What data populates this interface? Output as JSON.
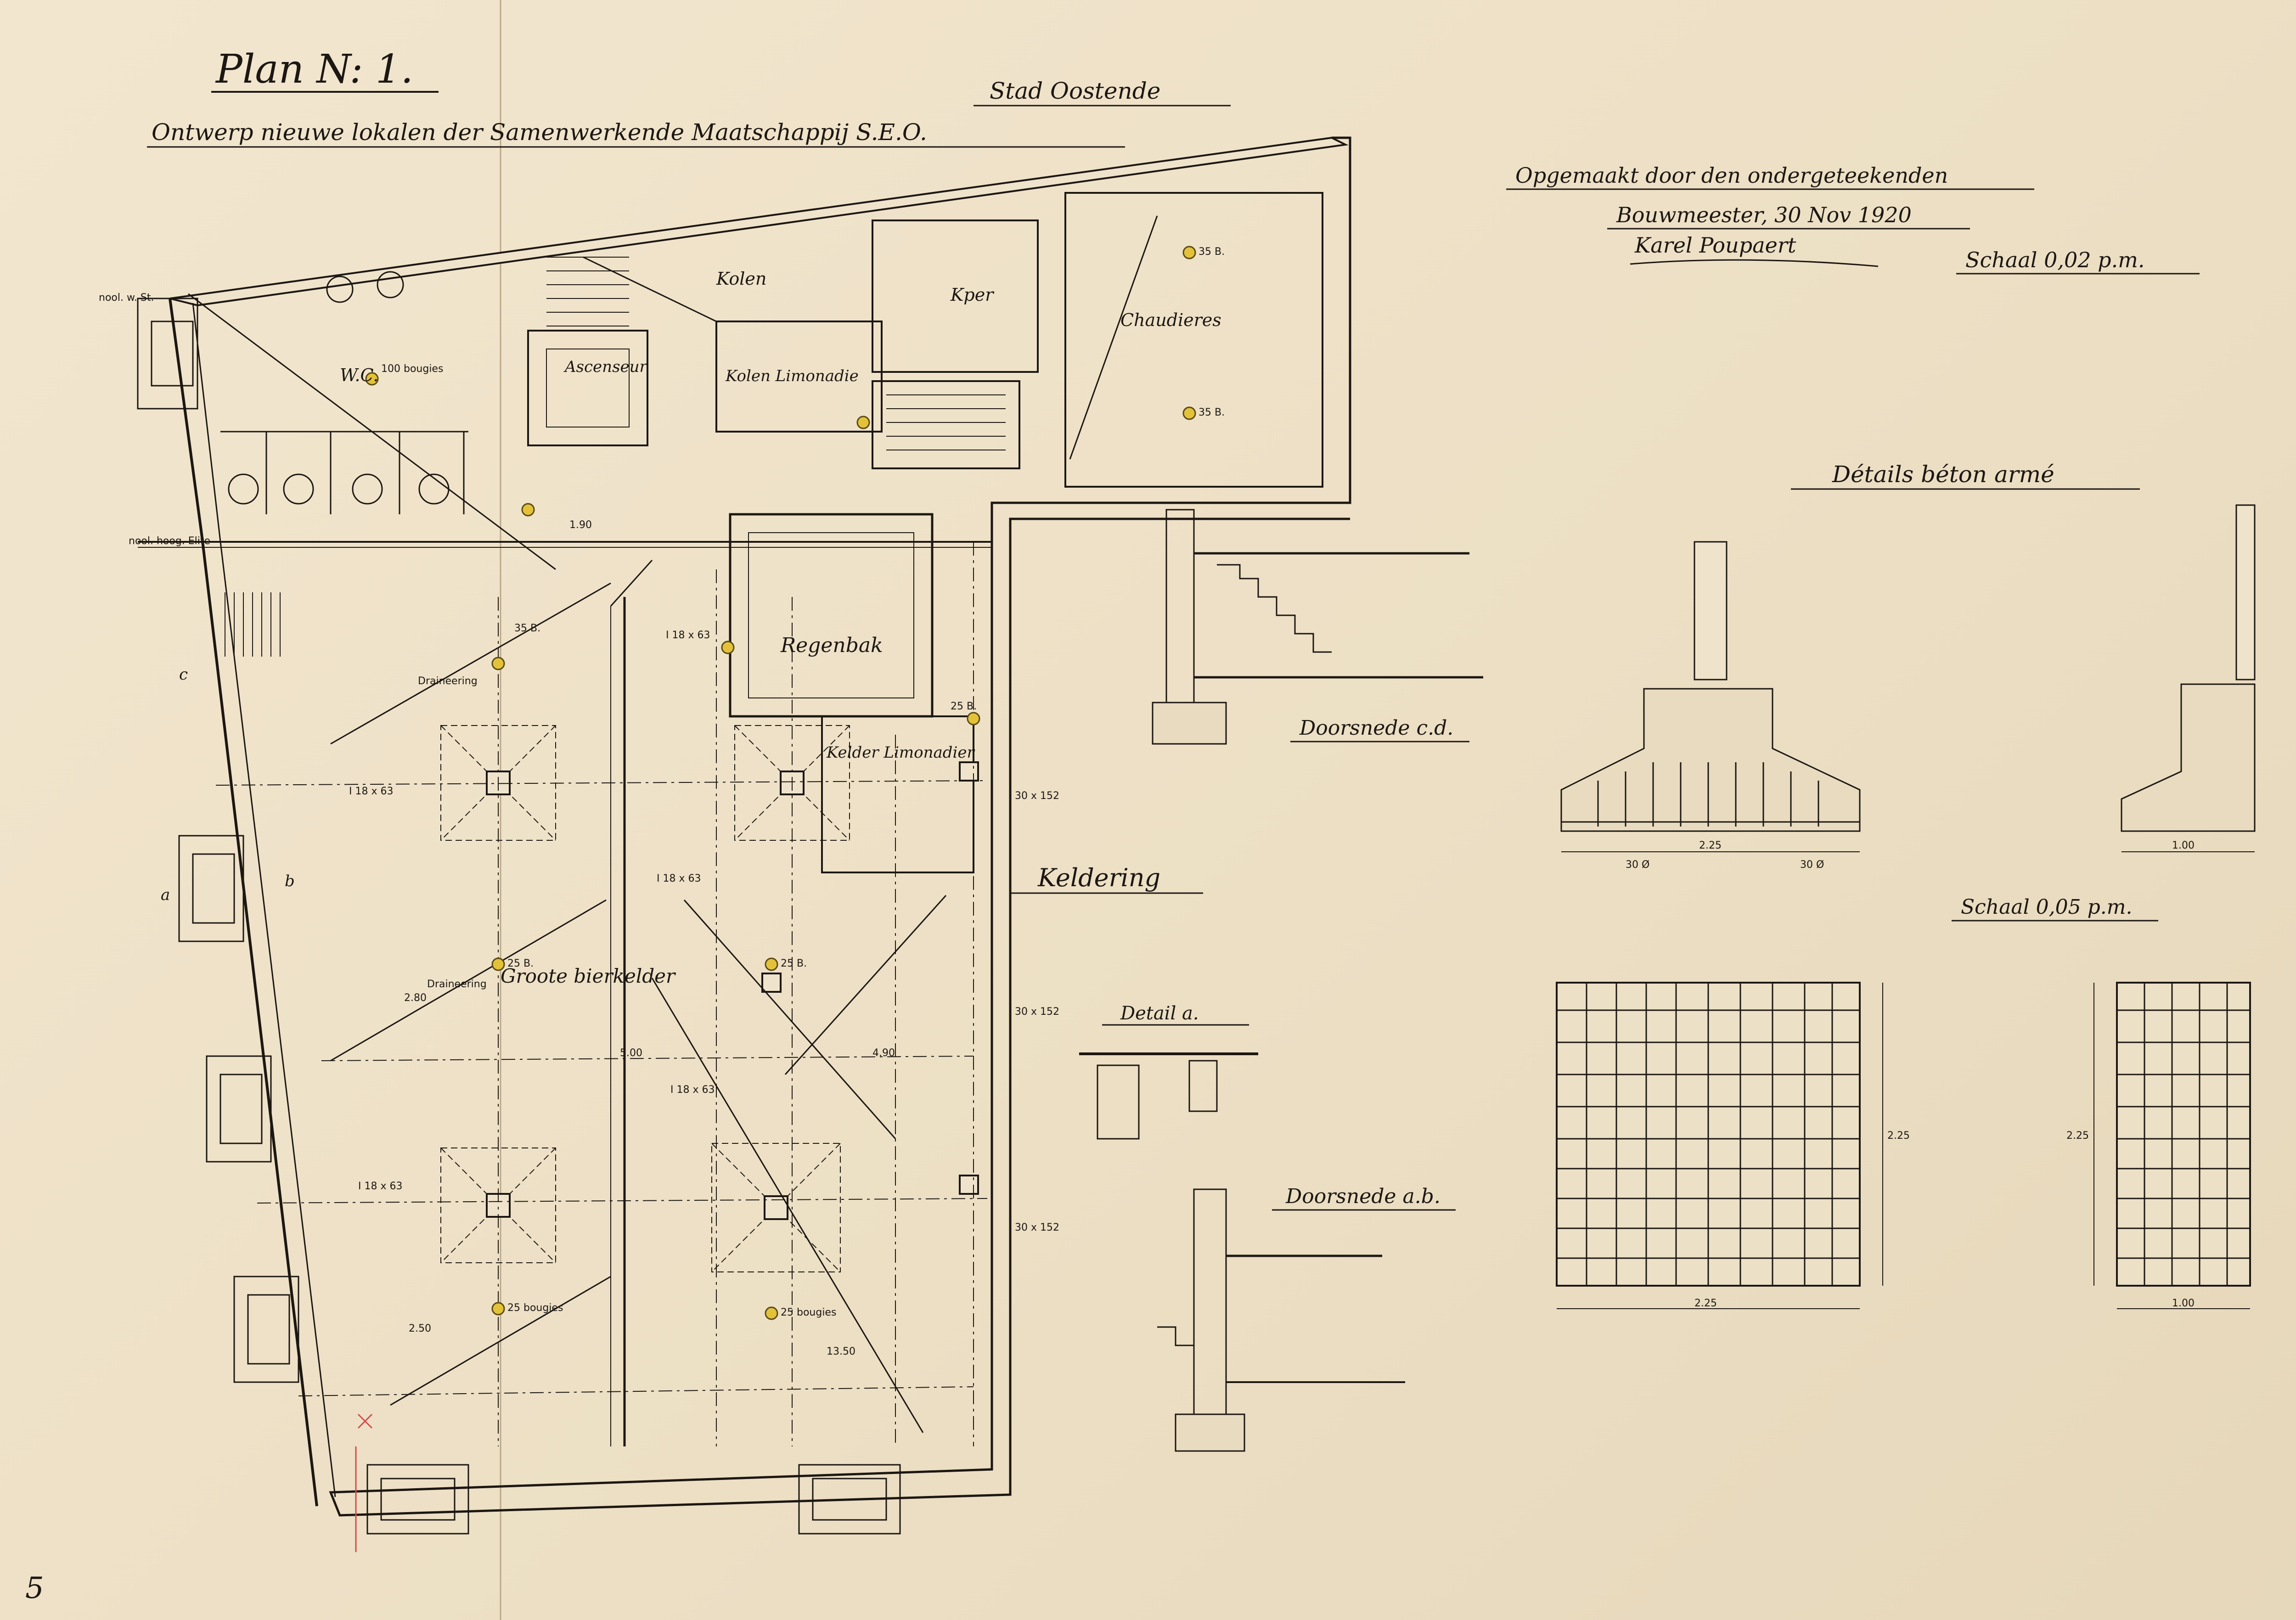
{
  "sheet": {
    "plan_number": "Plan N: 1.",
    "city": "Stad Oostende",
    "project": "Ontwerp nieuwe lokalen der Samenwerkende Maatschappij S.E.O.",
    "made_by": "Opgemaakt door den ondergeteekenden",
    "architect_date": "Bouwmeester, 30 Nov 1920",
    "signature": "Karel Poupaert",
    "scale_main": "Schaal 0,02 p.m.",
    "sheet_number": "5",
    "colors": {
      "paper": "#efe3cb",
      "ink": "#1c1712",
      "marker": "#e3c23a",
      "red": "#d24b4b"
    }
  },
  "plan": {
    "title": "Keldering",
    "rooms": {
      "kolen": "Kolen",
      "kolen_limonadie": "Kolen Limonadie",
      "ascenseur": "Ascenseur",
      "wc": "W.C.",
      "kper": "Kper",
      "chaudieres": "Chaudieres",
      "regenbak": "Regenbak",
      "kelder_limonadier": "Kelder Limonadier",
      "groote_bierkelder": "Groote bierkelder"
    },
    "labels": {
      "draining_1": "Draineering",
      "draining_2": "Draineering",
      "niveau_1": "nool. w. St.",
      "niveau_2": "nool. hoog. Elite",
      "lamp_1": "35 B.",
      "lamp_2": "35 B.",
      "lamp_3": "35 B.",
      "lamp_4": "25 B.",
      "lamp_5": "25 B.",
      "lamp_6": "25 B.",
      "lamp_7": "25 bougies",
      "lamp_8": "25 bougies",
      "lamp_9": "100 bougies",
      "dim_total": "13.50",
      "dim_1": "4.90",
      "dim_2": "5.00",
      "dim_3": "2.50",
      "dim_4": "2.80",
      "dim_5": "1.90",
      "beam_1": "I 18 x 63",
      "beam_2": "I 18 x 63",
      "beam_3": "I 18 x 63",
      "beam_4": "I 18 x 63",
      "beam_5": "I 18 x 63",
      "beam_6": "30 x 152",
      "beam_7": "30 x 152",
      "beam_8": "30 x 152",
      "level_a": "a",
      "level_b": "b",
      "level_c": "c"
    }
  },
  "details": {
    "title": "Détails béton armé",
    "scale": "Schaal 0,05 p.m.",
    "section_cd": "Doorsnede c.d.",
    "section_ab": "Doorsnede a.b.",
    "detail_a": "Detail a.",
    "dim_width_1": "2.25",
    "dim_width_2": "1.00",
    "dim_width_3": "2.25",
    "dim_width_4": "1.00",
    "dim_height_1": "2.25",
    "dim_height_2": "2.25",
    "bars_1": "30 Ø",
    "bars_2": "30 Ø"
  }
}
